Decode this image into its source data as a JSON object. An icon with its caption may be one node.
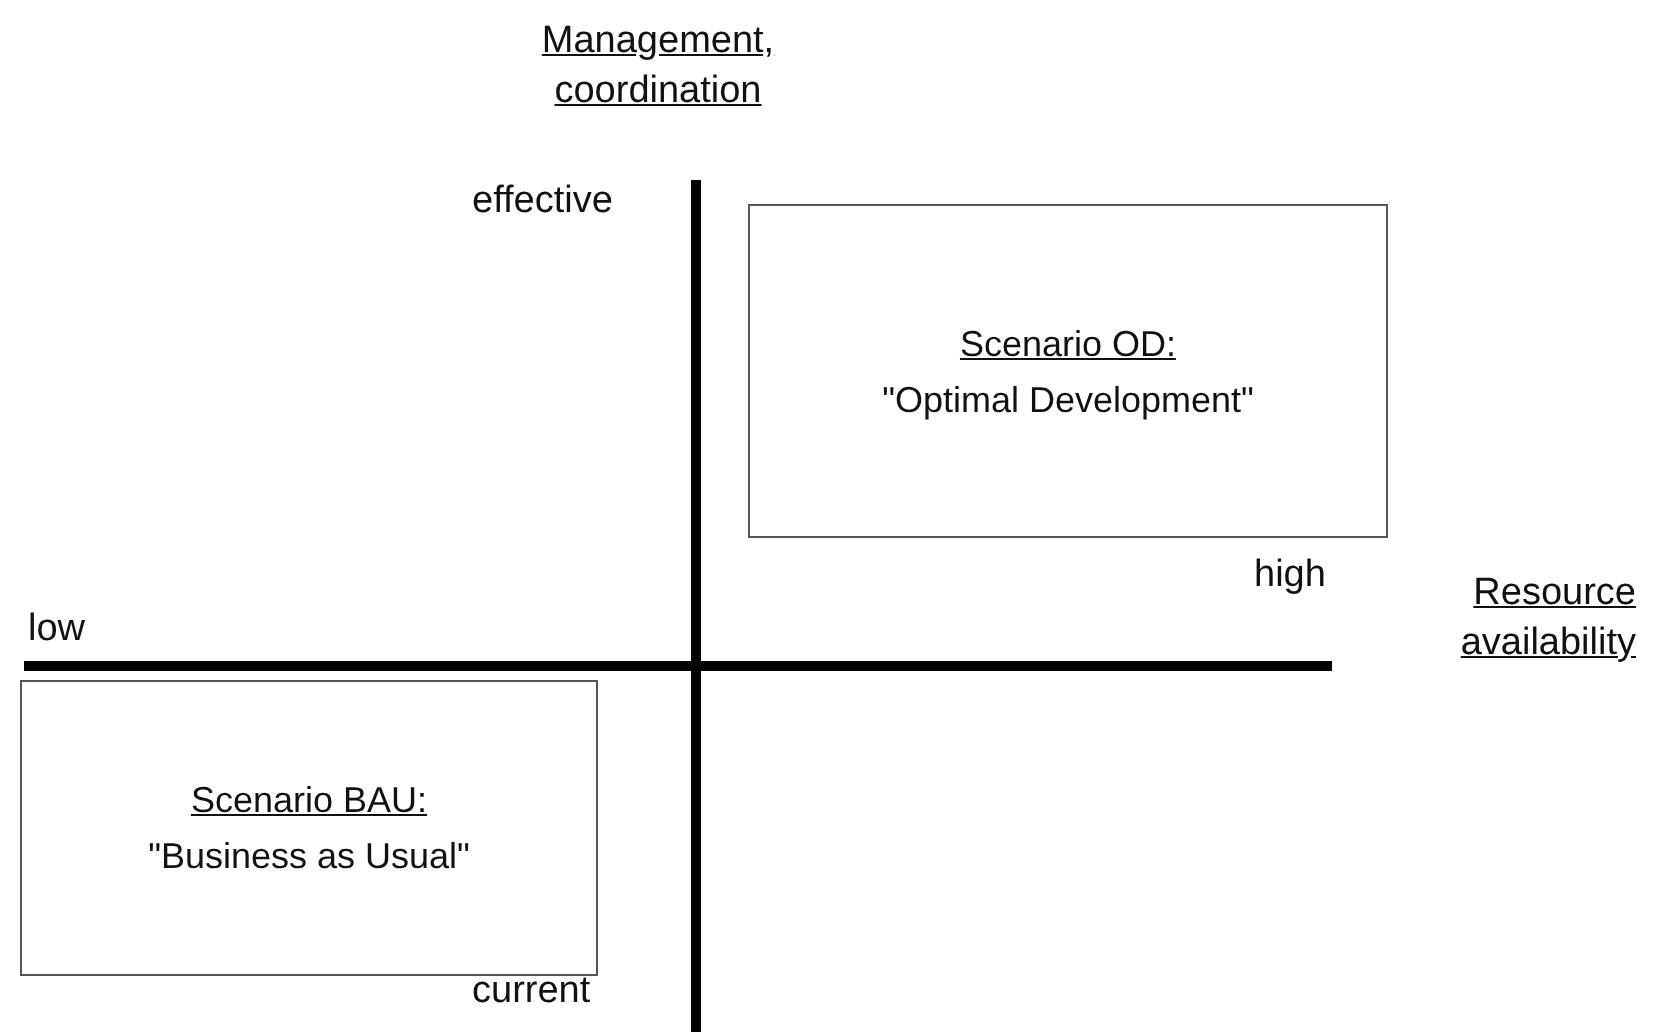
{
  "diagram": {
    "nodes": [
      {
        "text": [
          "Scenario OD:",
          "\"Optimal Development\""
        ]
      },
      {
        "text": [
          "Scenario BAU:",
          "\"Business as Usual\""
        ]
      }
    ],
    "labels": [
      "Management, coordination",
      "effective",
      "low",
      "high",
      "Resource availability",
      "current"
    ]
  }
}
